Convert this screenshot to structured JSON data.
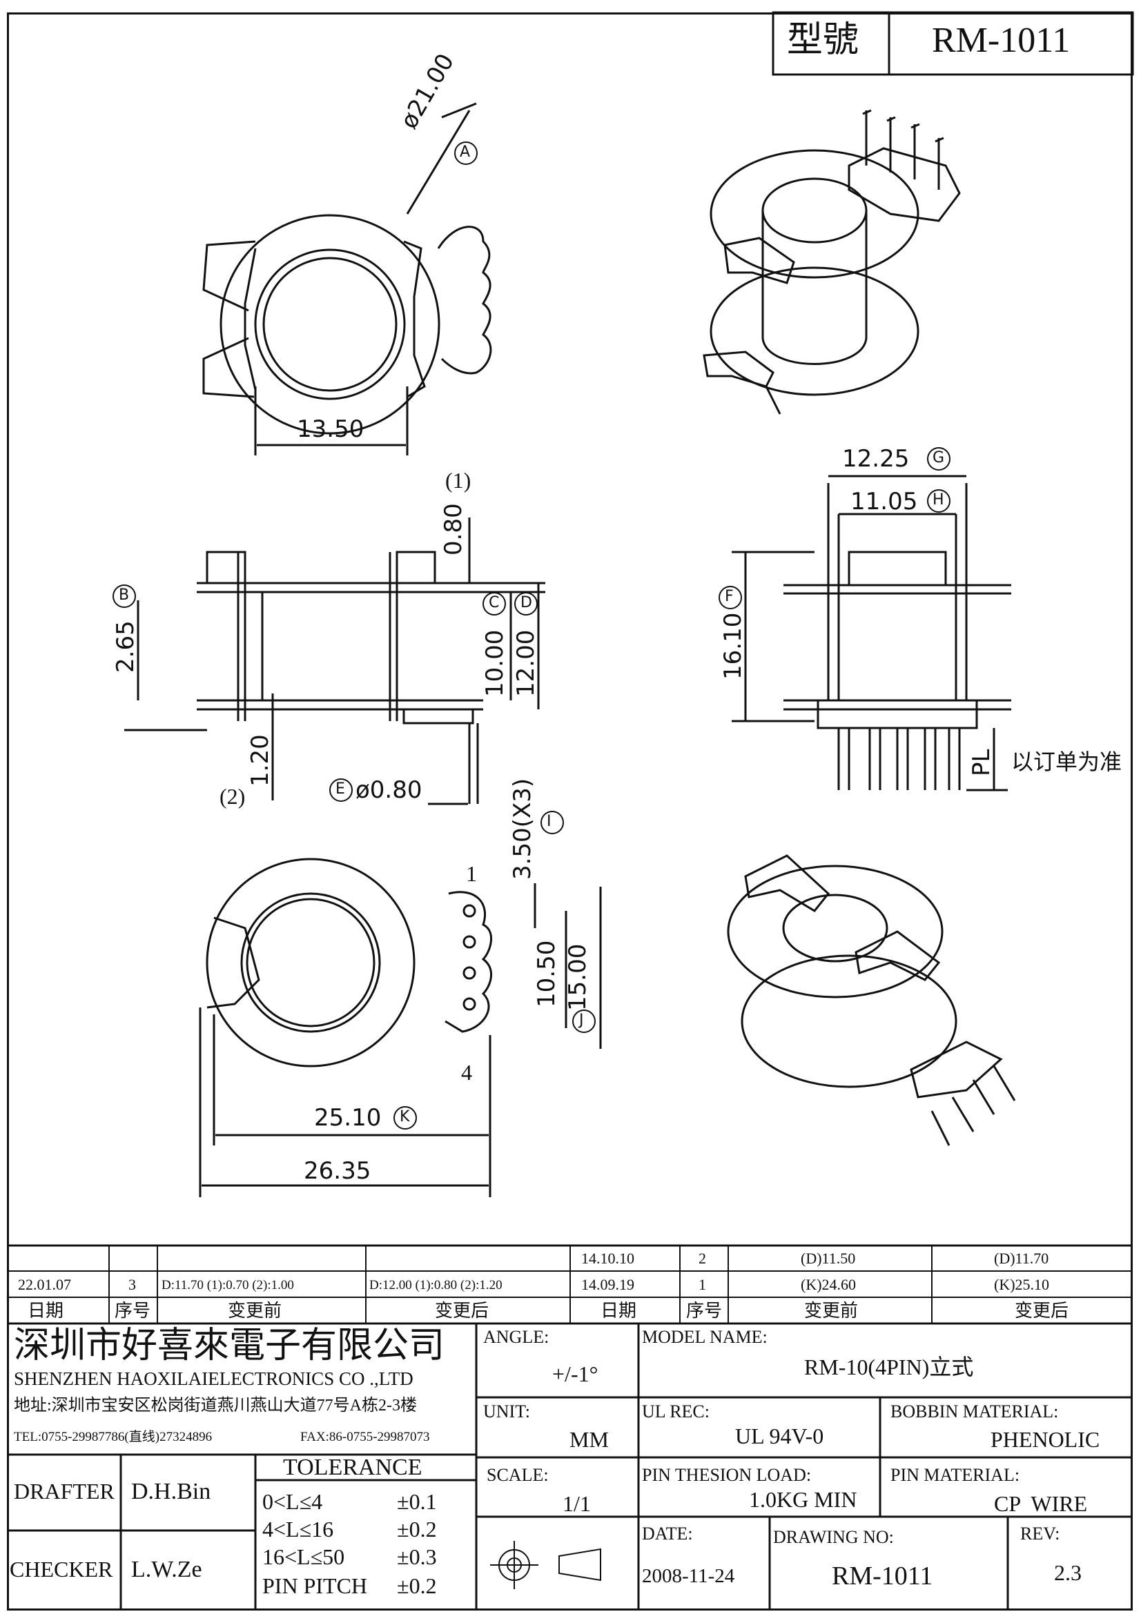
{
  "header": {
    "model_label": "型號",
    "model_value": "RM-1011"
  },
  "drawing": {
    "dims": {
      "d21": "ø21.00",
      "a": "A",
      "d1350": "13.50",
      "g": "G",
      "d1225": "12.25",
      "h": "H",
      "d1105": "11.05",
      "f": "F",
      "d1610": "16.10",
      "pl": "PL",
      "pl_note": "以订单为准",
      "p1": "(1)",
      "d080a": "0.80",
      "b": "B",
      "d265": "2.65",
      "c": "C",
      "dd": "D",
      "d1000": "10.00",
      "d1200": "12.00",
      "d120": "1.20",
      "p2": "(2)",
      "e": "E",
      "d080e": "ø0.80",
      "i": "I",
      "d350": "3.50(X3)",
      "pin1": "1",
      "pin4": "4",
      "d1050": "10.50",
      "d1500": "15.00",
      "j": "J",
      "d2510": "25.10",
      "k": "K",
      "d2635": "26.35"
    }
  },
  "revisions": {
    "rows": [
      {
        "date": "",
        "seq": "",
        "before": "",
        "after": "",
        "date2": "14.10.10",
        "seq2": "2",
        "before2": "(D)11.50",
        "after2": "(D)11.70"
      },
      {
        "date": "22.01.07",
        "seq": "3",
        "before": "D:11.70 (1):0.70 (2):1.00",
        "after": "D:12.00 (1):0.80 (2):1.20",
        "date2": "14.09.19",
        "seq2": "1",
        "before2": "(K)24.60",
        "after2": "(K)25.10"
      }
    ],
    "headers": {
      "date": "日期",
      "seq": "序号",
      "before": "变更前",
      "after": "变更后"
    }
  },
  "company": {
    "name_cn": "深圳市好喜來電子有限公司",
    "name_en": "SHENZHEN HAOXILAIELECTRONICS CO .,LTD",
    "address": "地址:深圳市宝安区松岗街道燕川燕山大道77号A栋2-3楼",
    "tel": "TEL:0755-29987786(直线)27324896",
    "fax": "FAX:86-0755-29987073"
  },
  "title_block": {
    "angle_label": "ANGLE:",
    "angle_value": "+/-1°",
    "model_name_label": "MODEL NAME:",
    "model_name_value": "RM-10(4PIN)立式",
    "unit_label": "UNIT:",
    "unit_value": "MM",
    "ul_label": "UL REC:",
    "ul_value": "UL 94V-0",
    "bobbin_label": "BOBBIN MATERIAL:",
    "bobbin_value": "PHENOLIC",
    "scale_label": "SCALE:",
    "scale_value": "1/1",
    "pin_load_label": "PIN THESION LOAD:",
    "pin_load_value": "1.0KG MIN",
    "pin_mat_label": "PIN MATERIAL:",
    "pin_mat_value": "CP  WIRE",
    "date_label": "DATE:",
    "date_value": "2008-11-24",
    "drawing_no_label": "DRAWING NO:",
    "drawing_no_value": "RM-1011",
    "rev_label": "REV:",
    "rev_value": "2.3",
    "drafter_label": "DRAFTER",
    "drafter_value": "D.H.Bin",
    "checker_label": "CHECKER",
    "checker_value": "L.W.Ze",
    "tolerance_title": "TOLERANCE",
    "tolerance": [
      {
        "range": "0<L≤4",
        "value": "±0.1"
      },
      {
        "range": "4<L≤16",
        "value": "±0.2"
      },
      {
        "range": "16<L≤50",
        "value": "±0.3"
      },
      {
        "range": "PIN PITCH",
        "value": "±0.2"
      }
    ]
  }
}
